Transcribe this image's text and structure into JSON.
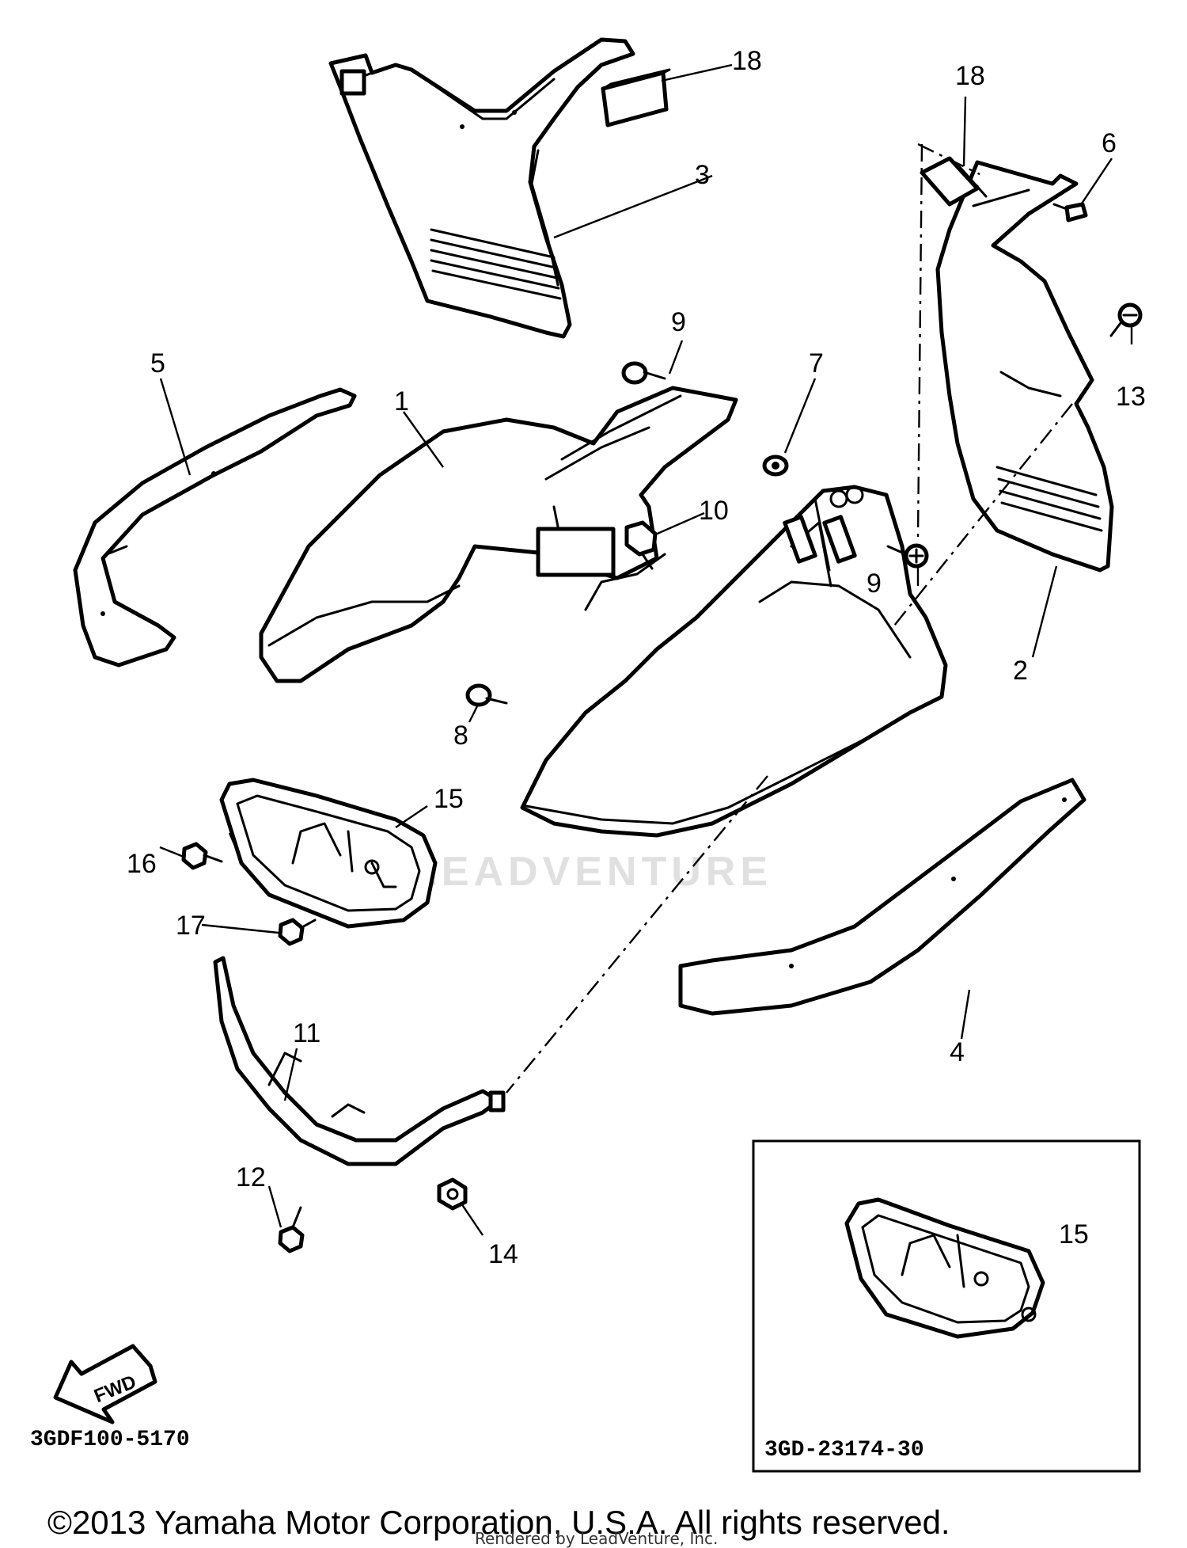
{
  "callouts": {
    "c1": "1",
    "c2": "2",
    "c3": "3",
    "c4": "4",
    "c5": "5",
    "c6": "6",
    "c7": "7",
    "c8": "8",
    "c9a": "9",
    "c9b": "9",
    "c10": "10",
    "c11": "11",
    "c12": "12",
    "c13": "13",
    "c14": "14",
    "c15a": "15",
    "c15b": "15",
    "c16": "16",
    "c17": "17",
    "c18a": "18",
    "c18b": "18"
  },
  "direction_marker": {
    "label": "FWD"
  },
  "diagram_code": "3GDF100-5170",
  "inset": {
    "part_code": "3GD-23174-30"
  },
  "watermark": "LEADVENTURE",
  "footer": {
    "copyright": "©2013 Yamaha Motor Corporation, U.S.A. All rights reserved.",
    "rendered_by": "Rendered by LeadVenture, Inc."
  }
}
